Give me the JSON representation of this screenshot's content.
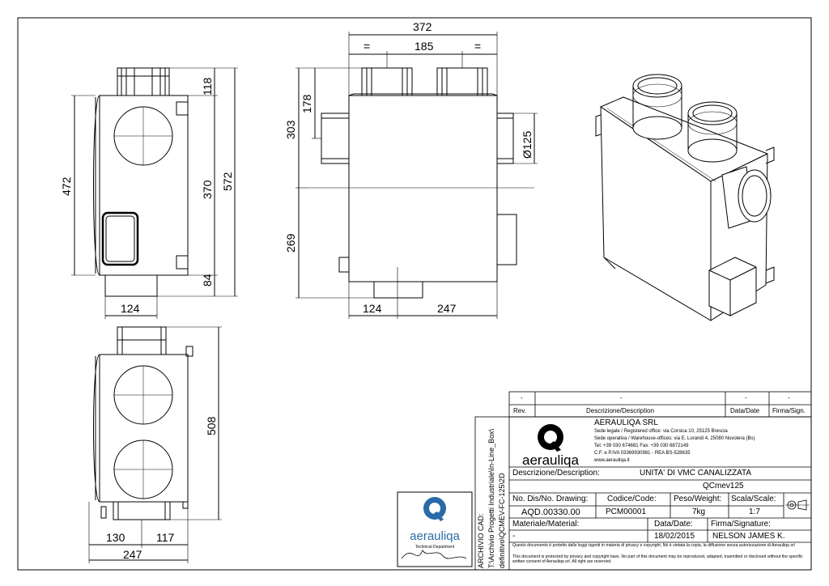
{
  "dimensions": {
    "side_view": {
      "top_pipe": "118",
      "body_height": "370",
      "bottom_pipe": "84",
      "total_height": "572",
      "left_height": "472",
      "pipe_offset": "124"
    },
    "top_view": {
      "width": "372",
      "pipe_spacing": "185",
      "equal_left": "=",
      "equal_right": "=",
      "upper_height": "303",
      "pipe_offset": "178",
      "lower_height": "269",
      "diameter": "Ø125",
      "offset_left": "124",
      "offset_right": "247"
    },
    "front_view": {
      "height": "508",
      "left": "130",
      "right": "117",
      "total_width": "247"
    }
  },
  "title_block": {
    "rev_row": {
      "rev_value": "-",
      "desc_value": "-",
      "date_value": "-",
      "sign_value": "-"
    },
    "rev_headers": {
      "rev": "Rev.",
      "description": "Descrizione/Description",
      "date": "Data/Date",
      "signature": "Firma/Sign."
    },
    "company": {
      "name": "AERAULIQA SRL",
      "lines": [
        "Sede legale / Registered office: via Corsica 10, 25125 Brescia",
        "Sede operativa / Warehouse-offices: via E. Lorandi 4, 25080 Nuvolera (Bs)",
        "Tel: +39 030 674681 Fax: +39 030 6872149",
        "C.F. e P.IVA 03369930981 - REA BS-528635",
        "www.aerauliqa.it"
      ],
      "logo_text": "aerauliqa"
    },
    "description_label": "Descrizione/Description:",
    "description_value": "UNITA' DI VMC CANALIZZATA",
    "model": "QCmev125",
    "drawing_label": "No. Dis/No. Drawing:",
    "drawing_value": "AQD.00330.00",
    "code_label": "Codice/Code:",
    "code_value": "PCM00001",
    "weight_label": "Peso/Weight:",
    "weight_value": "7kg",
    "scale_label": "Scala/Scale:",
    "scale_value": "1:7",
    "material_label": "Materiale/Material:",
    "material_value": "-",
    "date_label": "Data/Date:",
    "date_value": "18/02/2015",
    "signature_label": "Firma/Signature:",
    "signature_value": "NELSON JAMES K.",
    "legal_1": "Questo documento è protetto dalle leggi vigenti in materia di privacy e copyright. Nè è vietata la copia, la diffusione senza autorizzazione di Aerauliqa srl",
    "legal_2": "This document is protected by privacy and copyright laws. No part of this document may be reproduced, adapted, trasmitted or disclosed without the specific written consent of Aerauliqa srl. All right are reserved.",
    "archive_label": "ARCHIVIO CAD:",
    "archive_path_1": "T:\\Archivio Progetti Industriale\\In-Line_Box\\",
    "archive_path_2": "definitivo\\QCMEV-FC-125\\2D"
  },
  "stamp": {
    "logo_text": "aerauliqa",
    "subtitle": "Technical Department"
  }
}
